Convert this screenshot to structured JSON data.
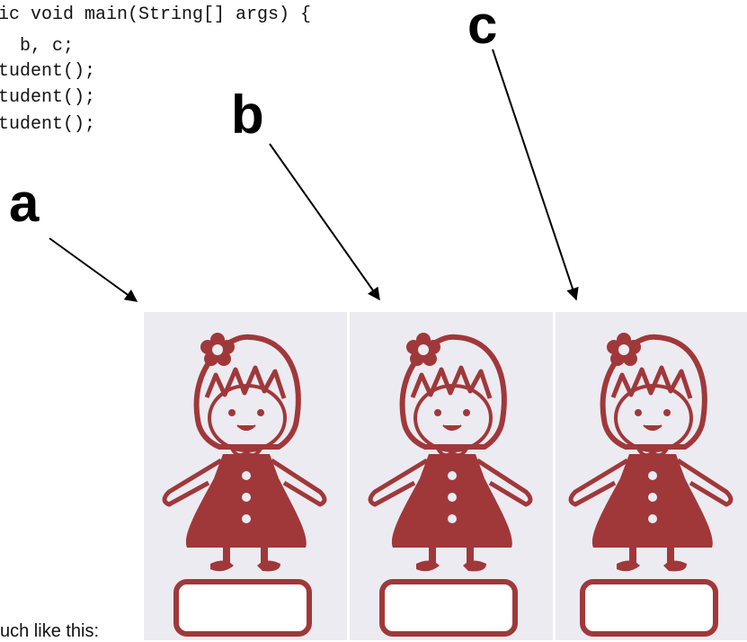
{
  "code": {
    "lines": [
      "ic void main(String[] args) {",
      "  b, c;",
      "tudent();",
      "tudent();",
      "tudent();"
    ]
  },
  "labels": {
    "a": "a",
    "b": "b",
    "c": "c"
  },
  "caption": "uch like this:",
  "colors": {
    "stamp": "#a0383a",
    "paper": "#ecebf1",
    "ink": "#000000"
  },
  "panels": [
    {
      "label": "a",
      "icon": "girl-stamp-icon"
    },
    {
      "label": "b",
      "icon": "girl-stamp-icon"
    },
    {
      "label": "c",
      "icon": "girl-stamp-icon"
    }
  ]
}
